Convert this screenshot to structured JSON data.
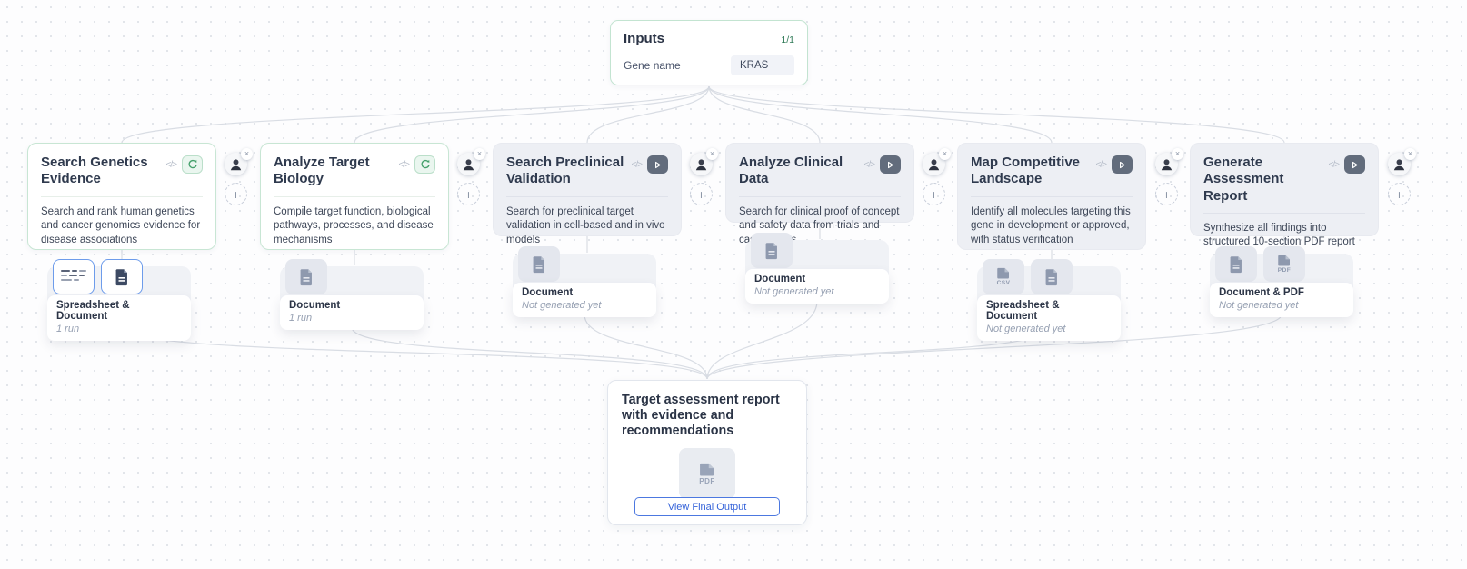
{
  "inputs_node": {
    "title": "Inputs",
    "counter": "1/1",
    "field_label": "Gene name",
    "field_value": "KRAS"
  },
  "nodes": [
    {
      "title": "Search Genetics Evidence",
      "description": "Search and rank human genetics and cancer genomics evidence for disease associations",
      "action": "rerun",
      "output": {
        "label": "Spreadsheet & Document",
        "status": "1 run"
      }
    },
    {
      "title": "Analyze Target Biology",
      "description": "Compile target function, biological pathways, processes, and disease mechanisms",
      "action": "rerun",
      "output": {
        "label": "Document",
        "status": "1 run"
      }
    },
    {
      "title": "Search Preclinical Validation",
      "description": "Search for preclinical target validation in cell-based and in vivo models",
      "action": "run",
      "output": {
        "label": "Document",
        "status": "Not generated yet"
      }
    },
    {
      "title": "Analyze Clinical Data",
      "description": "Search for clinical proof of concept and safety data from trials and case reports",
      "action": "run",
      "output": {
        "label": "Document",
        "status": "Not generated yet"
      }
    },
    {
      "title": "Map Competitive Landscape",
      "description": "Identify all molecules targeting this gene in development or approved, with status verification",
      "action": "run",
      "output": {
        "label": "Spreadsheet & Document",
        "status": "Not generated yet"
      }
    },
    {
      "title": "Generate Assessment Report",
      "description": "Synthesize all findings into structured 10-section PDF report",
      "action": "run",
      "output": {
        "label": "Document & PDF",
        "status": "Not generated yet"
      }
    }
  ],
  "final_node": {
    "title": "Target assessment report with evidence and recommendations",
    "button_label": "View Final Output"
  },
  "icons": {
    "code": "</>",
    "plus": "+",
    "close": "×",
    "csv": "CSV",
    "pdf": "PDF"
  },
  "colors": {
    "green_border": "#c8e6d4",
    "rerun_bg": "#eaf6ef",
    "rerun_icon": "#44a06b",
    "play_bg": "#626c7c",
    "accent_blue": "#3563d9",
    "thumb_selected_border": "#6d9ceb",
    "counter_green": "#2f7a57",
    "wire": "#d9dde4"
  }
}
